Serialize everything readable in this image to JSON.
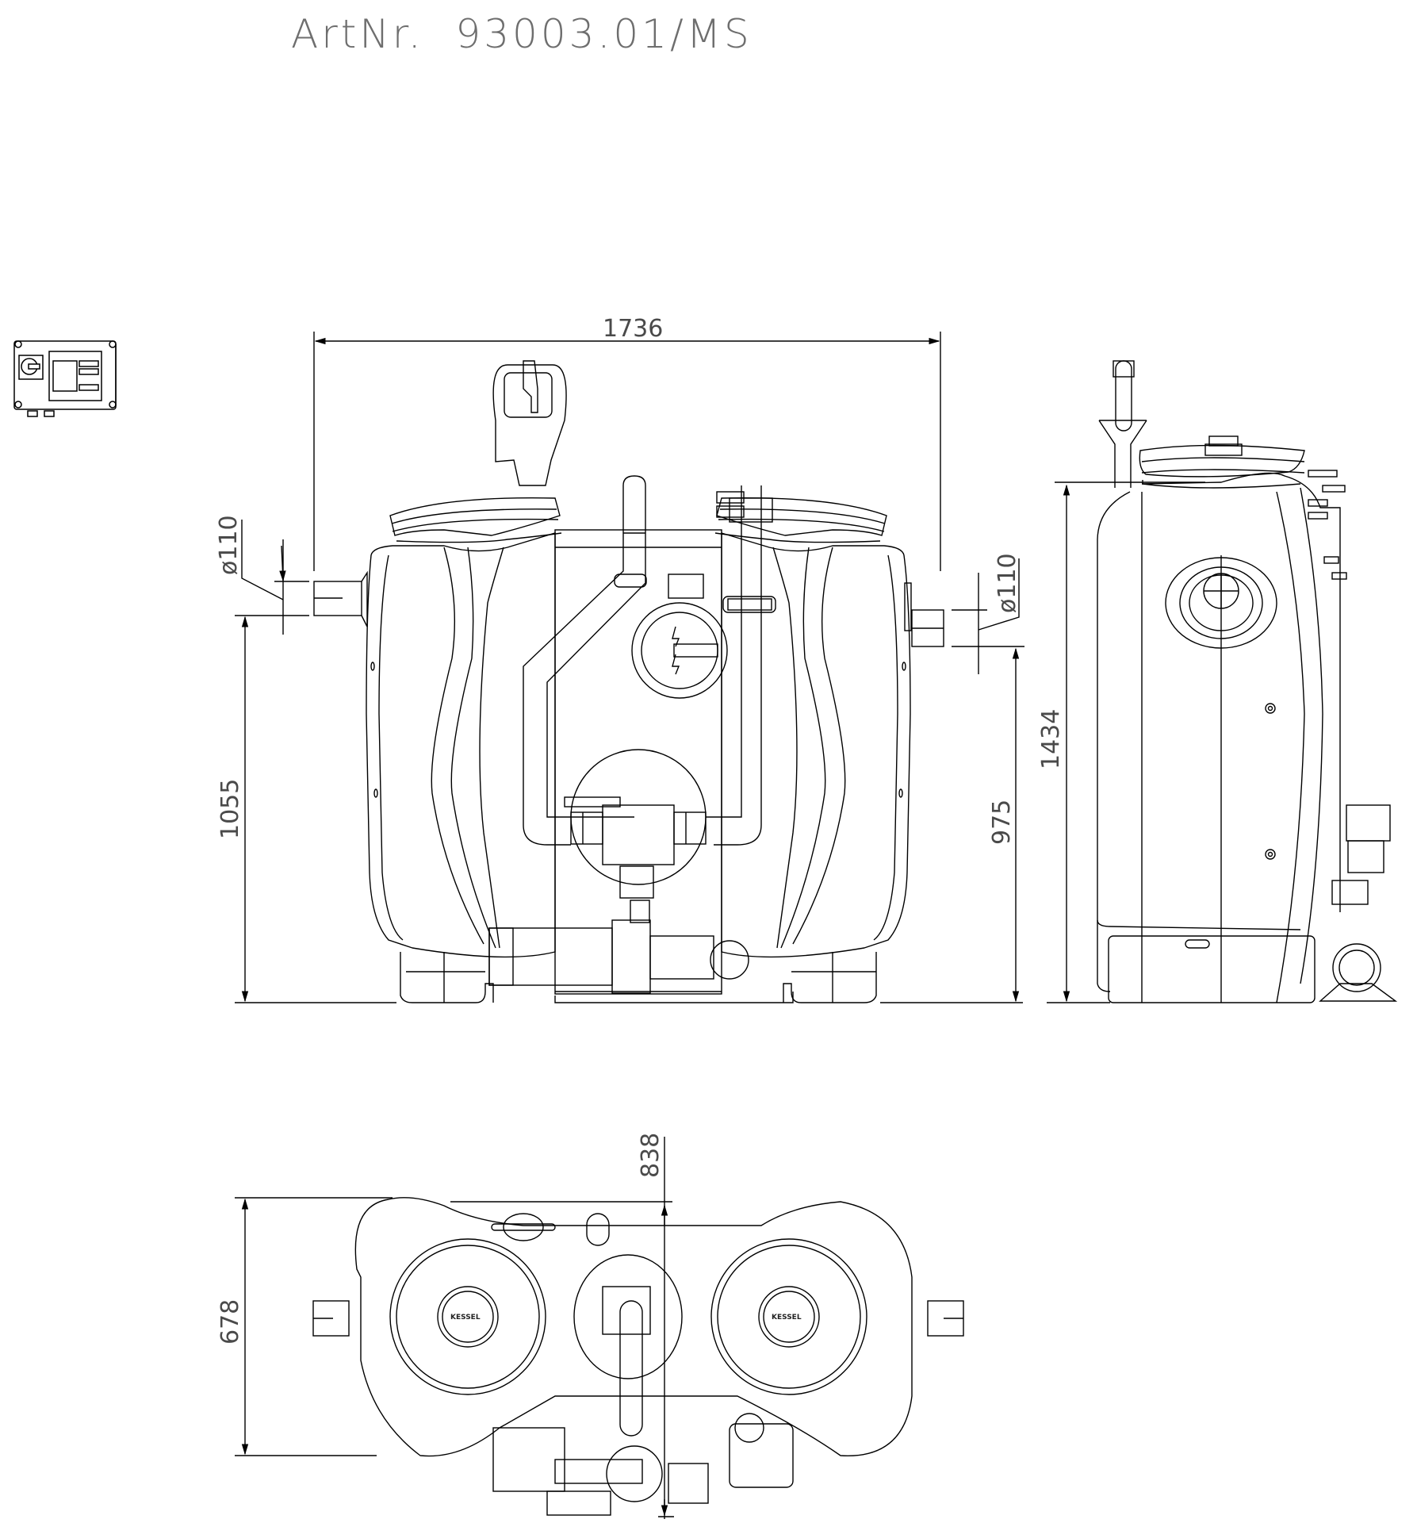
{
  "drawing": {
    "title": "ArtNr.  93003.01/MS",
    "article_label": "ArtNr.",
    "article_number": "93003.01/MS",
    "line_color": "#000000",
    "text_color": "#4a4a4a"
  },
  "views": {
    "control_box": {
      "label": "control-box"
    },
    "front": {
      "dimensions": {
        "overall_width": "1736",
        "inlet_height": "1055",
        "outlet_height": "975",
        "inlet_diameter_left": "ø110",
        "outlet_diameter_right": "ø110"
      }
    },
    "side": {
      "dimensions": {
        "overall_height": "1434"
      }
    },
    "top": {
      "dimensions": {
        "depth_total": "838",
        "depth_tank": "678"
      },
      "lid_badges": [
        "KESSEL",
        "KESSEL"
      ]
    }
  }
}
